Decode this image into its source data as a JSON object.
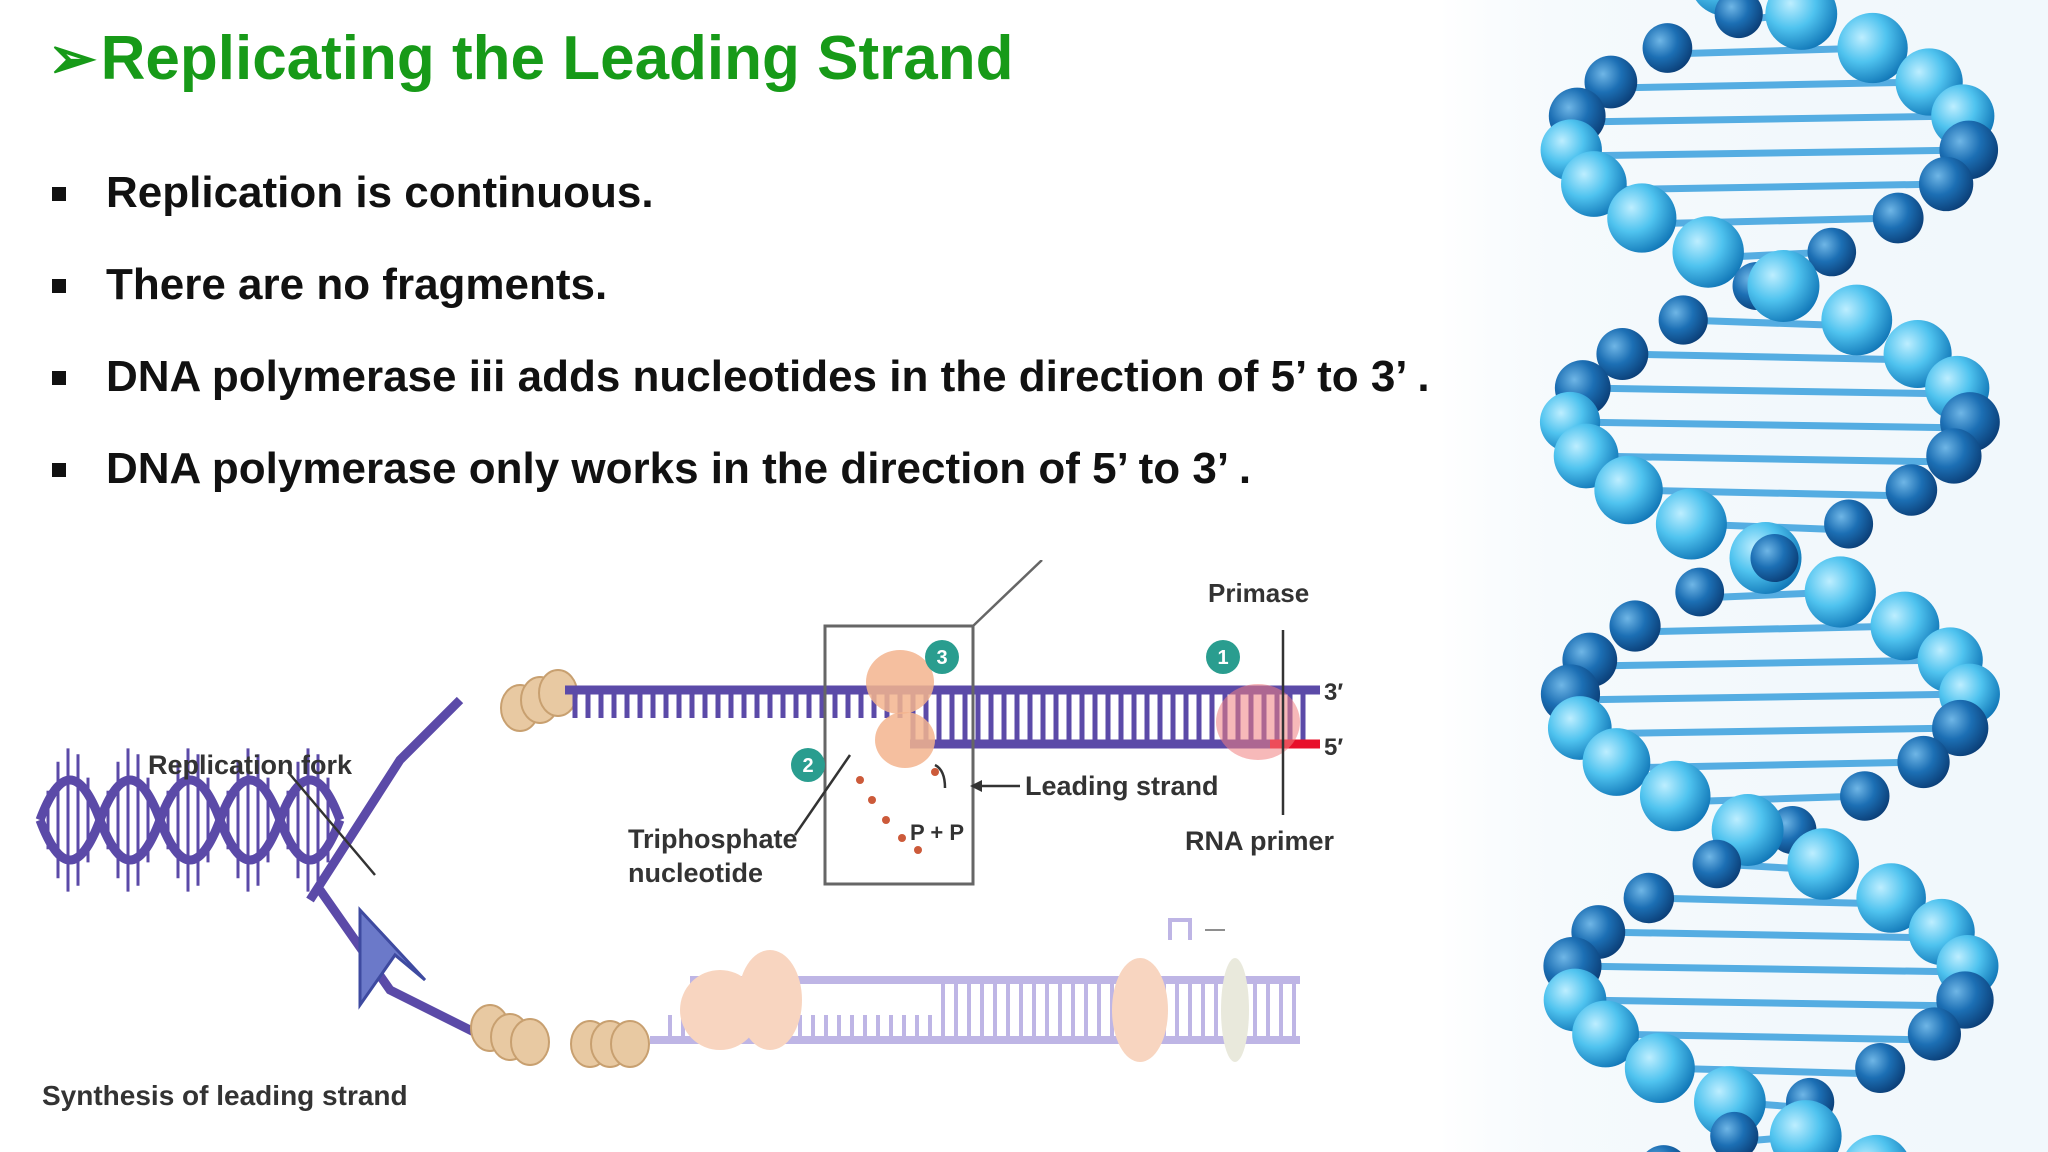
{
  "slide": {
    "title_marker": "➢",
    "title": "Replicating the Leading Strand",
    "bullets": [
      "Replication is continuous.",
      "There are no fragments.",
      "DNA polymerase iii adds nucleotides in the direction of 5’ to 3’ .",
      "DNA polymerase only works in the direction of 5’ to 3’ ."
    ]
  },
  "diagram": {
    "caption": "Synthesis of leading strand",
    "labels": {
      "replication_fork": "Replication fork",
      "primase": "Primase",
      "three_prime": "3′",
      "five_prime": "5′",
      "leading_strand": "Leading strand",
      "rna_primer": "RNA primer",
      "triphosphate_1": "Triphosphate",
      "triphosphate_2": "nucleotide",
      "ppi": "P + P"
    },
    "steps": [
      "1",
      "2",
      "3"
    ]
  },
  "colors": {
    "title_green": "#179a18",
    "strand_purple": "#5b4aa8",
    "primer_red": "#e8102a",
    "step_teal": "#2a9d8f",
    "helix_blue": "#1f7ec2"
  }
}
